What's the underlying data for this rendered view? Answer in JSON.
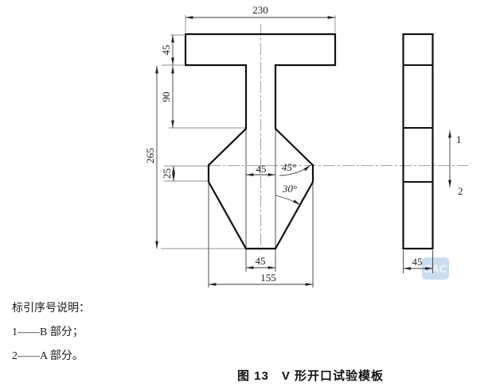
{
  "front_view": {
    "dim_flange_width": "230",
    "dim_flange_height": "45",
    "dim_stem_height": "90",
    "dim_overall_height": "265",
    "dim_corner_edge": "25",
    "dim_stem_width": "45",
    "angle_upper": "45°",
    "angle_lower": "30°",
    "dim_bottom_flat": "45",
    "dim_body_width": "155"
  },
  "side_view": {
    "dim_thickness": "45",
    "pointer_top_label": "1",
    "pointer_bottom_label": "2"
  },
  "watermark_text": "SAC",
  "notes": {
    "heading": "标引序号说明：",
    "items": [
      "1——B 部分；",
      "2——A 部分。"
    ]
  },
  "caption": "图 13　V 形开口试验模板"
}
